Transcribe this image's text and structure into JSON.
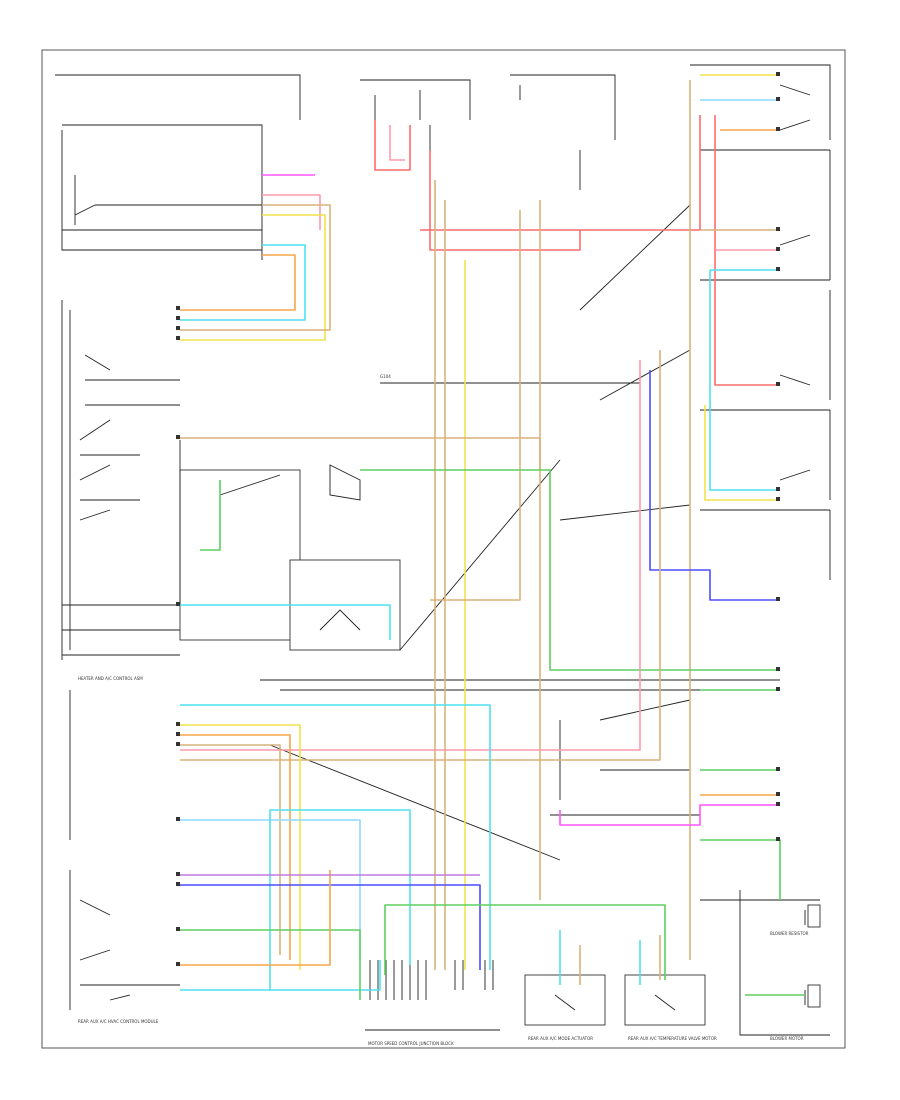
{
  "diagram": {
    "title": "",
    "page_code": "",
    "labels": {
      "hvac_control": "HEATER AND A/C CONTROL ASM",
      "rear_aux_control": "REAR AUX A/C HVAC CONTROL MODULE",
      "rear_aux_motor_1": "REAR AUX A/C MODE ACTUATOR",
      "rear_aux_motor_2": "REAR AUX A/C TEMPERATURE VALVE MOTOR",
      "rear_module": "MOTOR SPEED CONTROL JUNCTION BLOCK",
      "blower_resistor": "BLOWER RESISTOR",
      "blower_motor": "BLOWER MOTOR",
      "ground_label": "G104"
    }
  },
  "colors": {
    "red": "#ff6b6b",
    "pink": "#ff99aa",
    "orange": "#f5a54a",
    "tan": "#d9b27a",
    "yellow": "#f2e24e",
    "cyan": "#4fe0f0",
    "green": "#5fcf5f",
    "blue": "#4d4dff",
    "violet": "#c07ae0",
    "magenta": "#ff55ff",
    "lightblue": "#8fd8ff",
    "black": "#222222"
  }
}
